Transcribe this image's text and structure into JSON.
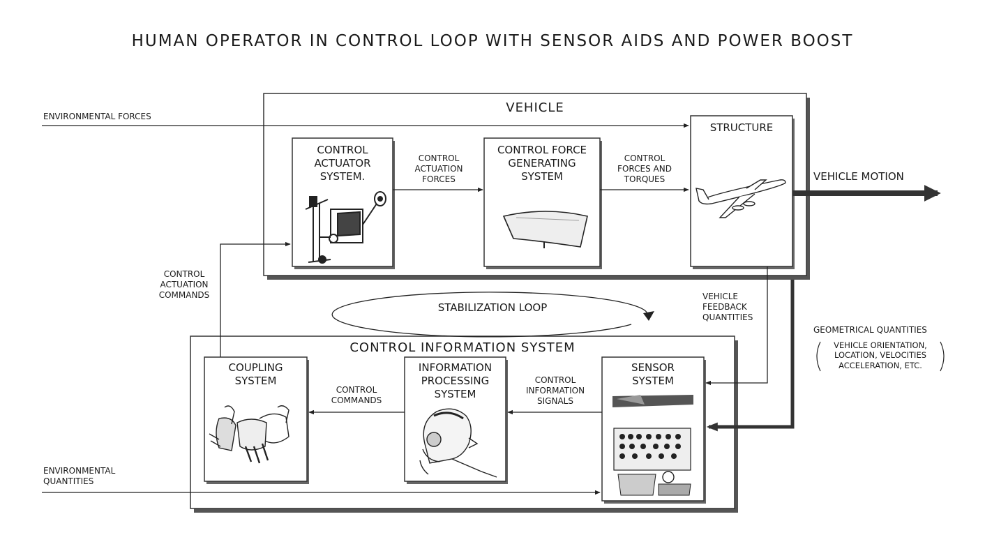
{
  "title": "HUMAN OPERATOR IN CONTROL LOOP WITH SENSOR AIDS AND POWER BOOST",
  "vehicle": {
    "label": "VEHICLE",
    "actuator": "CONTROL\nACTUATOR\nSYSTEM.",
    "force": "CONTROL FORCE\nGENERATING\nSYSTEM",
    "structure": "STRUCTURE"
  },
  "cis": {
    "label": "CONTROL INFORMATION SYSTEM",
    "coupling": "COUPLING\nSYSTEM",
    "processing": "INFORMATION\nPROCESSING\nSYSTEM",
    "sensor": "SENSOR\nSYSTEM"
  },
  "flows": {
    "environmental_forces": "ENVIRONMENTAL FORCES",
    "actuation_forces": "CONTROL\nACTUATION\nFORCES",
    "forces_torques": "CONTROL\nFORCES AND\nTORQUES",
    "vehicle_motion": "VEHICLE MOTION",
    "actuation_commands": "CONTROL\nACTUATION\nCOMMANDS",
    "stabilization_loop": "STABILIZATION LOOP",
    "feedback": "VEHICLE\nFEEDBACK\nQUANTITIES",
    "geometrical": "GEOMETRICAL QUANTITIES",
    "geometrical_detail": "VEHICLE ORIENTATION,\nLOCATION, VELOCITIES\nACCELERATION, ETC.",
    "control_commands": "CONTROL\nCOMMANDS",
    "information_signals": "CONTROL\nINFORMATION\nSIGNALS",
    "environmental_quantities": "ENVIRONMENTAL\nQUANTITIES"
  },
  "icons": [
    "actuator-mechanism-icon",
    "wing-surface-icon",
    "airplane-icon",
    "pilot-hands-icon",
    "pilot-head-icon",
    "cockpit-panel-icon"
  ]
}
